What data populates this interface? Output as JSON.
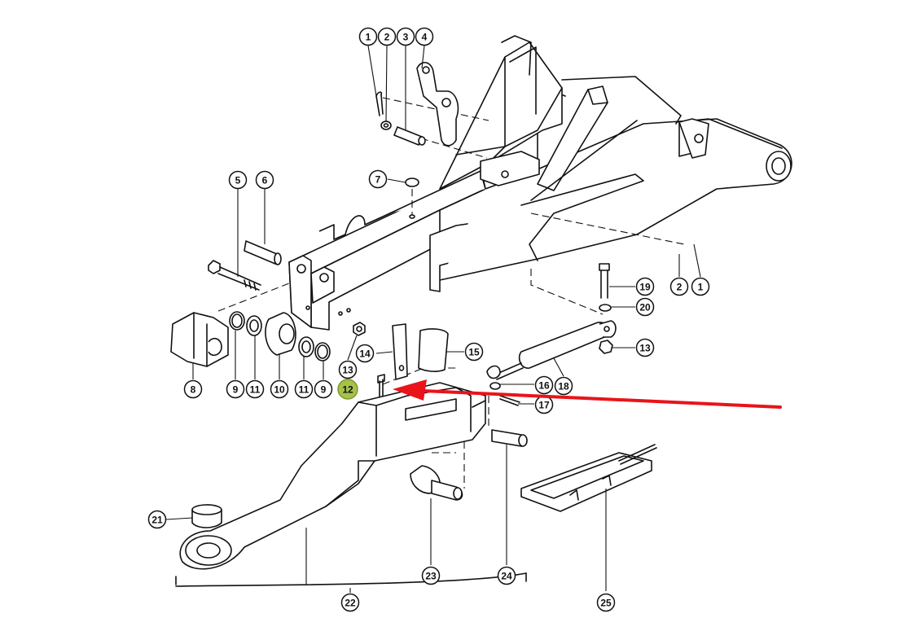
{
  "diagram": {
    "callouts": [
      {
        "id": "c1a",
        "label": "1"
      },
      {
        "id": "c2a",
        "label": "2"
      },
      {
        "id": "c3",
        "label": "3"
      },
      {
        "id": "c4",
        "label": "4"
      },
      {
        "id": "c5",
        "label": "5"
      },
      {
        "id": "c6",
        "label": "6"
      },
      {
        "id": "c7",
        "label": "7"
      },
      {
        "id": "c8",
        "label": "8"
      },
      {
        "id": "c9a",
        "label": "9"
      },
      {
        "id": "c11a",
        "label": "11"
      },
      {
        "id": "c10",
        "label": "10"
      },
      {
        "id": "c11b",
        "label": "11"
      },
      {
        "id": "c9b",
        "label": "9"
      },
      {
        "id": "c12",
        "label": "12"
      },
      {
        "id": "c13a",
        "label": "13"
      },
      {
        "id": "c14",
        "label": "14"
      },
      {
        "id": "c15",
        "label": "15"
      },
      {
        "id": "c16",
        "label": "16"
      },
      {
        "id": "c17",
        "label": "17"
      },
      {
        "id": "c18",
        "label": "18"
      },
      {
        "id": "c19",
        "label": "19"
      },
      {
        "id": "c20",
        "label": "20"
      },
      {
        "id": "c13b",
        "label": "13"
      },
      {
        "id": "c2b",
        "label": "2"
      },
      {
        "id": "c1b",
        "label": "1"
      },
      {
        "id": "c21",
        "label": "21"
      },
      {
        "id": "c22",
        "label": "22"
      },
      {
        "id": "c23",
        "label": "23"
      },
      {
        "id": "c24",
        "label": "24"
      },
      {
        "id": "c25",
        "label": "25"
      }
    ],
    "highlighted_part": "12",
    "colors": {
      "arrow": "#e8141a",
      "highlight": "#a6c24a",
      "line": "#111111"
    }
  }
}
